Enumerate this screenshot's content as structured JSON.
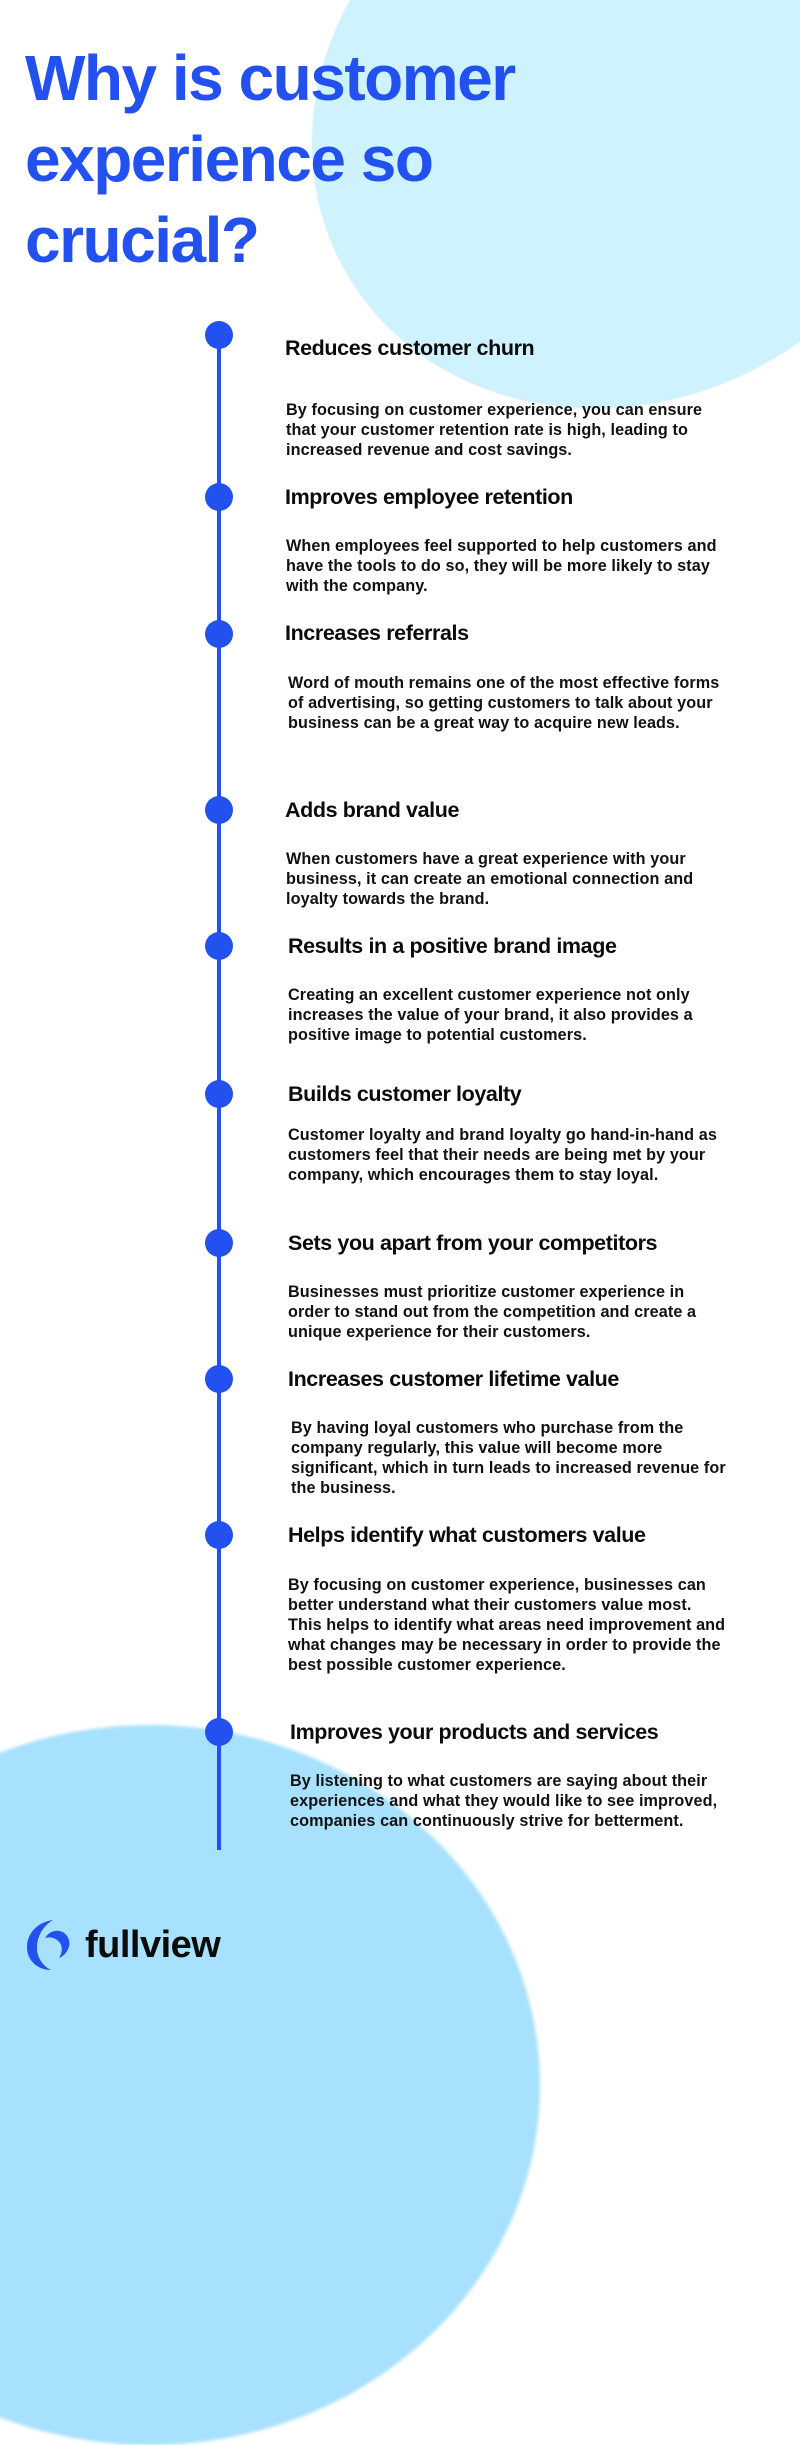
{
  "title": "Why is customer experience so crucial?",
  "colors": {
    "accent": "#2251f0",
    "blob_top": "#cff3fe",
    "blob_bottom": "#a8e1fd",
    "text": "#0b0b0b"
  },
  "items": [
    {
      "heading": "Reduces customer churn",
      "body": "By focusing on customer experience, you can ensure that your customer retention rate is high, leading to increased revenue and cost savings."
    },
    {
      "heading": "Improves employee retention",
      "body": "When employees feel supported to help customers and have the tools to do so, they will be more likely to stay with the company."
    },
    {
      "heading": "Increases referrals",
      "body": "Word of mouth remains one of the most effective forms of advertising, so getting customers to talk about your business can be a great way to acquire new leads."
    },
    {
      "heading": "Adds brand value",
      "body": "When customers have a great experience with your business, it can create an emotional connection and loyalty towards the brand."
    },
    {
      "heading": "Results in a positive brand image",
      "body": "Creating an excellent customer experience not only increases the value of your brand, it also provides a positive image to potential customers."
    },
    {
      "heading": "Builds customer loyalty",
      "body": "Customer loyalty and brand loyalty go hand-in-hand as customers feel that their needs are being met by your company, which encourages them to stay loyal."
    },
    {
      "heading": "Sets you apart from your competitors",
      "body": "Businesses must prioritize customer experience in order to stand out from the competition and create a unique experience for their customers."
    },
    {
      "heading": "Increases customer lifetime value",
      "body": "By having loyal customers who purchase from the company regularly, this value will become more significant, which in turn leads to increased revenue for the business."
    },
    {
      "heading": "Helps identify what customers value",
      "body": "By focusing on customer experience, businesses can better understand what their customers value most. This helps to identify what areas need improvement and what changes may be necessary in order to provide the best possible customer experience."
    },
    {
      "heading": "Improves your products and services",
      "body": "By listening to what customers are saying about their experiences and what they would like to see improved, companies can continuously strive for betterment."
    }
  ],
  "logo": {
    "icon": "fullview-logo-icon",
    "text": "fullview"
  }
}
